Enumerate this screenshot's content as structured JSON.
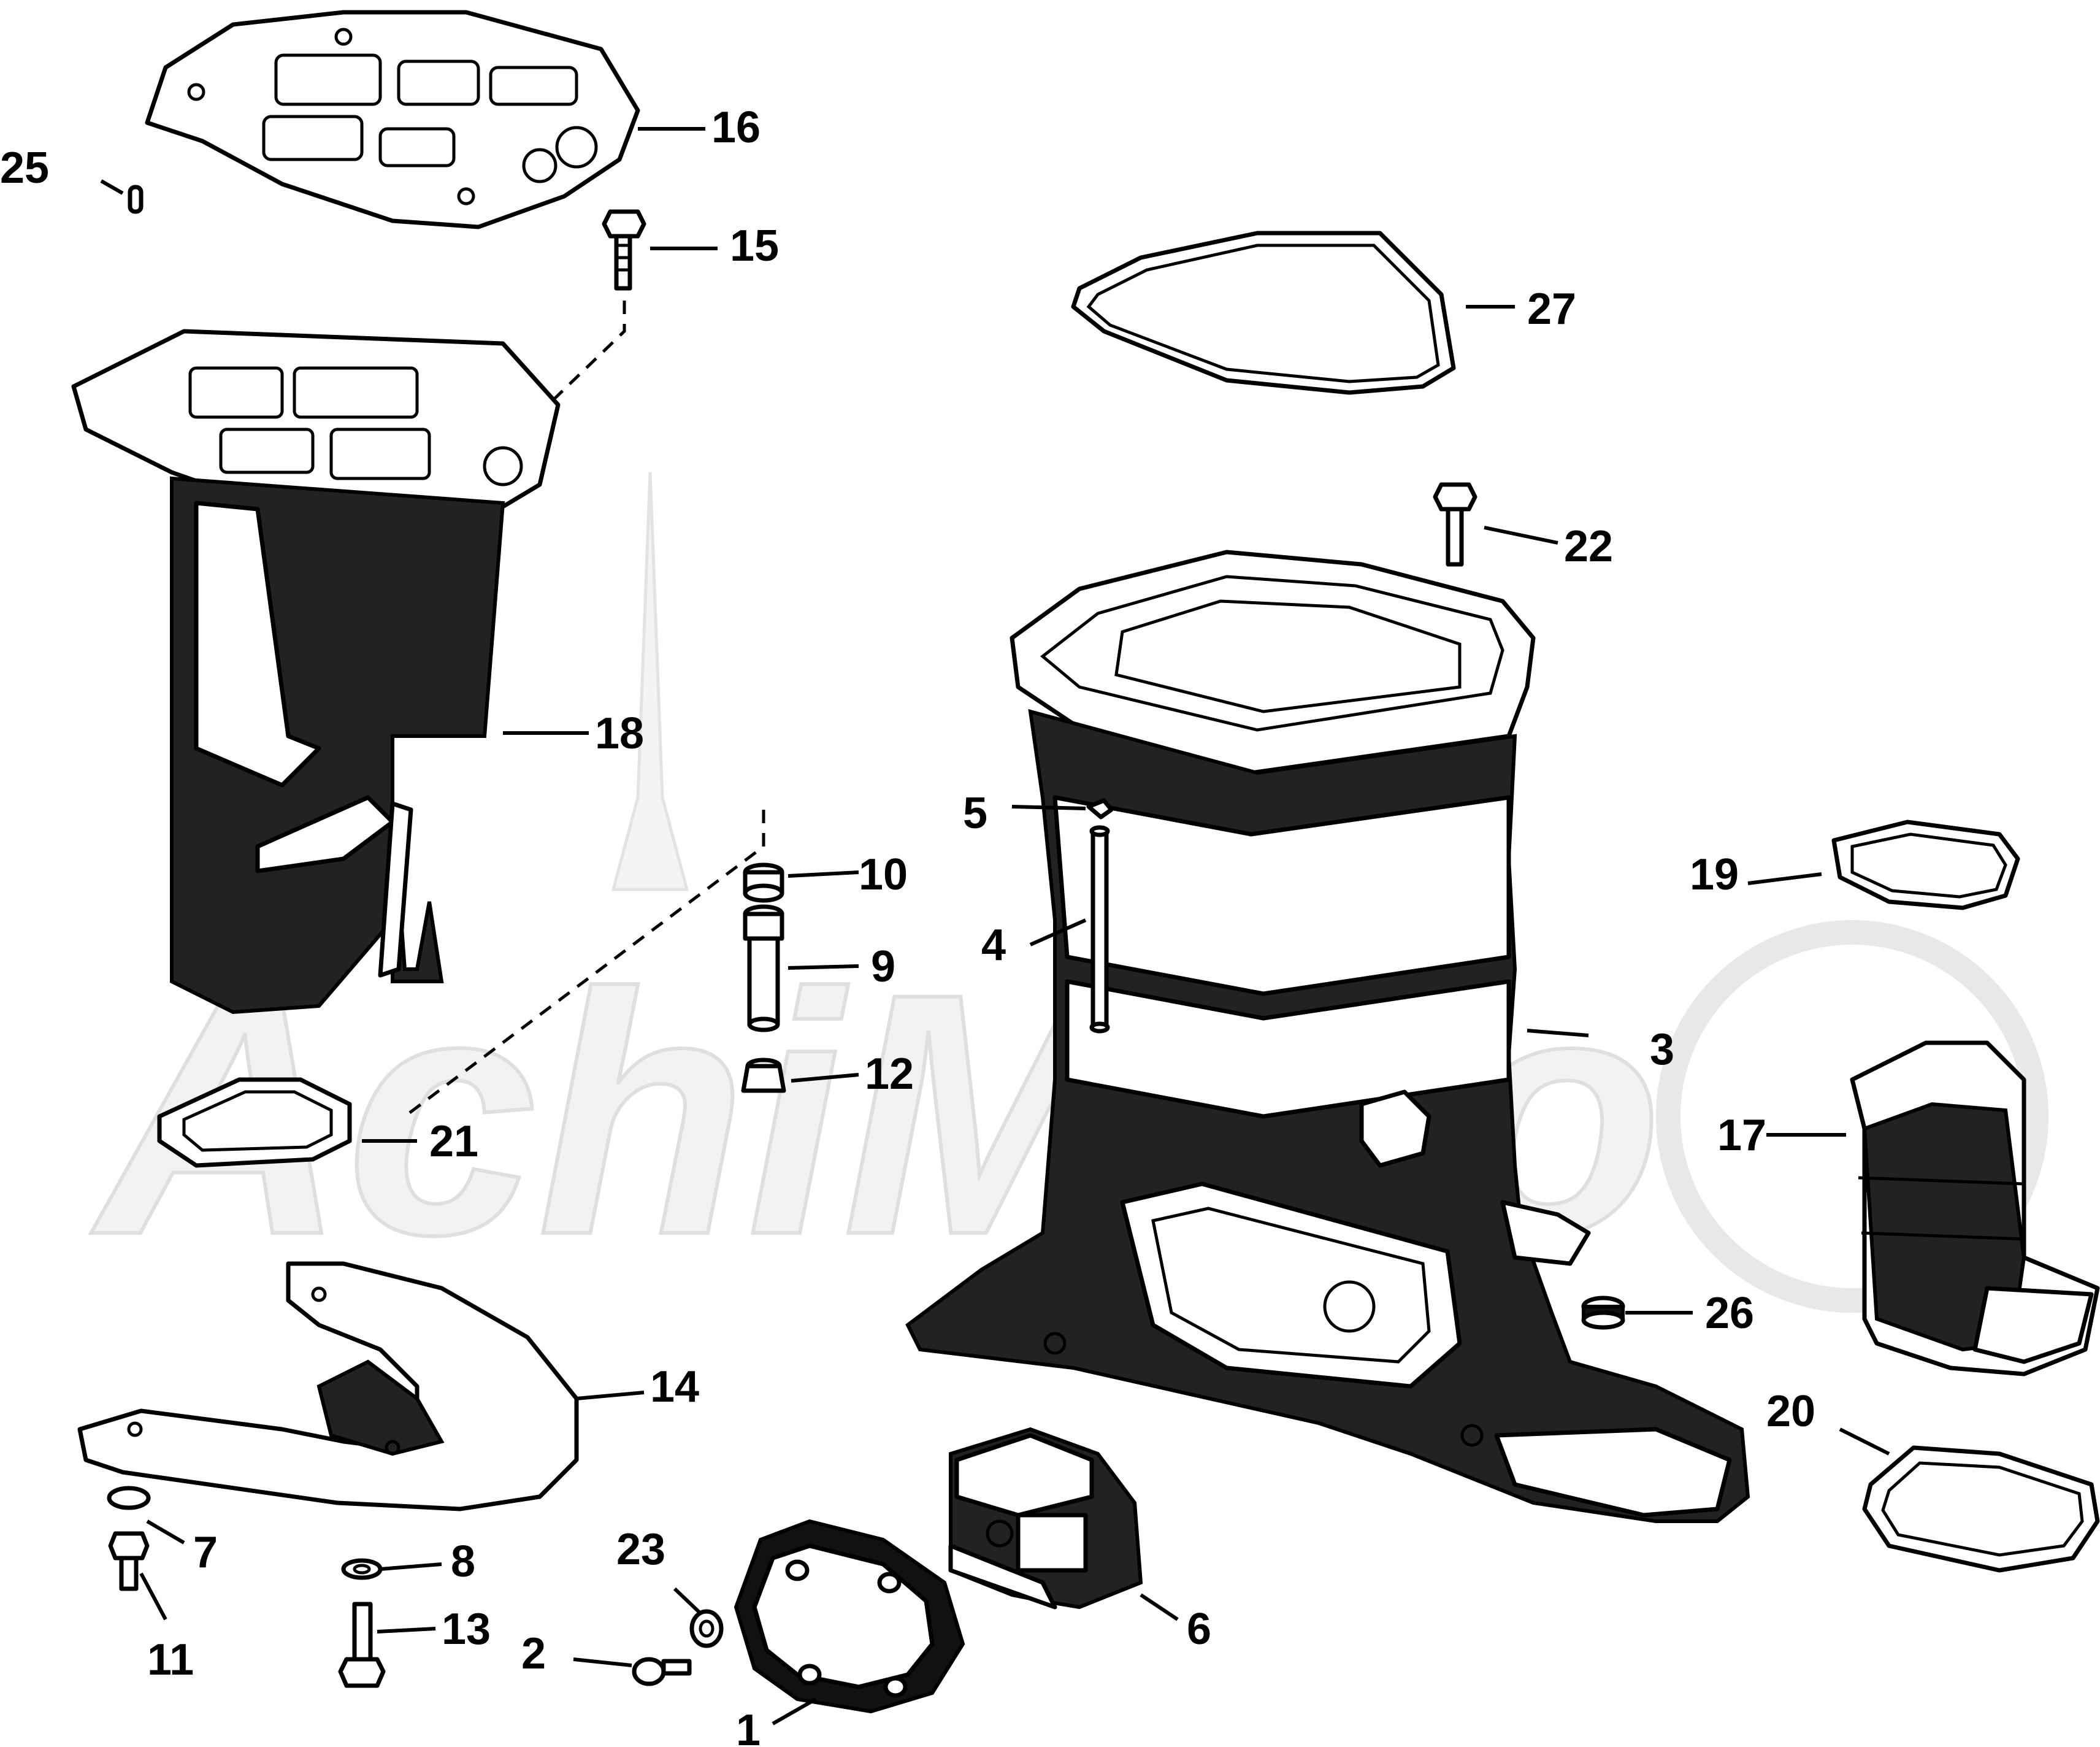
{
  "diagram": {
    "type": "exploded-parts-diagram",
    "watermark": "AchiMoto",
    "callouts": [
      {
        "id": "c1",
        "label": "1"
      },
      {
        "id": "c2",
        "label": "2"
      },
      {
        "id": "c3",
        "label": "3"
      },
      {
        "id": "c4",
        "label": "4"
      },
      {
        "id": "c5",
        "label": "5"
      },
      {
        "id": "c6",
        "label": "6"
      },
      {
        "id": "c7",
        "label": "7"
      },
      {
        "id": "c8",
        "label": "8"
      },
      {
        "id": "c9",
        "label": "9"
      },
      {
        "id": "c10",
        "label": "10"
      },
      {
        "id": "c11",
        "label": "11"
      },
      {
        "id": "c12",
        "label": "12"
      },
      {
        "id": "c13",
        "label": "13"
      },
      {
        "id": "c14",
        "label": "14"
      },
      {
        "id": "c15",
        "label": "15"
      },
      {
        "id": "c16",
        "label": "16"
      },
      {
        "id": "c17",
        "label": "17"
      },
      {
        "id": "c18",
        "label": "18"
      },
      {
        "id": "c19",
        "label": "19"
      },
      {
        "id": "c20",
        "label": "20"
      },
      {
        "id": "c21",
        "label": "21"
      },
      {
        "id": "c22",
        "label": "22"
      },
      {
        "id": "c23",
        "label": "23"
      },
      {
        "id": "c25",
        "label": "25"
      },
      {
        "id": "c26",
        "label": "26"
      },
      {
        "id": "c27",
        "label": "27"
      }
    ]
  }
}
